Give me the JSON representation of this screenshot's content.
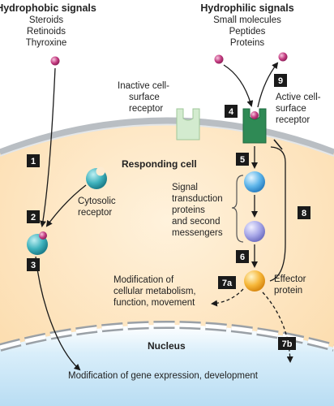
{
  "hydrophobic": {
    "title": "Hydrophobic signals",
    "items": [
      "Steroids",
      "Retinoids",
      "Thyroxine"
    ]
  },
  "hydrophilic": {
    "title": "Hydrophilic signals",
    "items": [
      "Small molecules",
      "Peptides",
      "Proteins"
    ]
  },
  "labels": {
    "inactive_receptor": [
      "Inactive cell-",
      "surface",
      "receptor"
    ],
    "active_receptor": [
      "Active cell-",
      "surface",
      "receptor"
    ],
    "responding_cell": "Responding cell",
    "cytosolic_receptor": [
      "Cytosolic",
      "receptor"
    ],
    "signal_transduction": [
      "Signal",
      "transduction",
      "proteins",
      "and second",
      "messengers"
    ],
    "effector_protein": [
      "Effector",
      "protein"
    ],
    "modification_metabolism": [
      "Modification of",
      "cellular metabolism,",
      "function, movement"
    ],
    "nucleus": "Nucleus",
    "modification_gene": "Modification of gene expression, development"
  },
  "steps": [
    "1",
    "2",
    "3",
    "4",
    "5",
    "6",
    "7a",
    "7b",
    "8",
    "9"
  ],
  "colors": {
    "cytoplasm": "#fde6c4",
    "membrane": "#bfc4c9",
    "nucleus": "#cfe7f6",
    "receptor_inactive": "#cfe6c8",
    "receptor_active": "#2f8a55",
    "signal": "#c2397f",
    "step_box": "#1a1a1a"
  }
}
